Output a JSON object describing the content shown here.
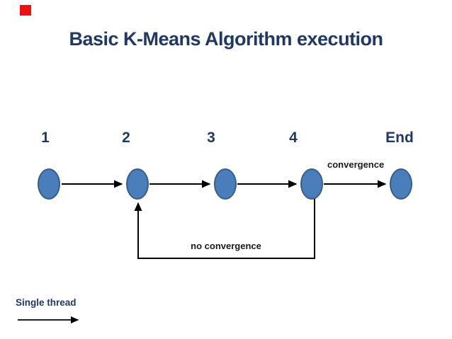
{
  "slide": {
    "title": "Basic K-Means Algorithm execution"
  },
  "diagram": {
    "type": "flowchart",
    "steps": [
      {
        "id": "step-1",
        "label": "1"
      },
      {
        "id": "step-2",
        "label": "2"
      },
      {
        "id": "step-3",
        "label": "3"
      },
      {
        "id": "step-4",
        "label": "4"
      },
      {
        "id": "end",
        "label": "End"
      }
    ],
    "edges": [
      {
        "from": "1",
        "to": "2",
        "label": ""
      },
      {
        "from": "2",
        "to": "3",
        "label": ""
      },
      {
        "from": "3",
        "to": "4",
        "label": ""
      },
      {
        "from": "4",
        "to": "End",
        "label": "convergence"
      },
      {
        "from": "4",
        "to": "2",
        "label": "no convergence"
      }
    ],
    "edge_labels": {
      "convergence": "convergence",
      "no_convergence": "no convergence"
    },
    "legend": {
      "label": "Single thread"
    }
  },
  "colors": {
    "background": "#ffffff",
    "title_text": "#1f3864",
    "step_label_text": "#1f3864",
    "annotation_text": "#1a1a1a",
    "node_fill": "#4a7ebb",
    "node_border": "#385d8a",
    "arrow": "#000000",
    "corner_marker": "#ee1111"
  }
}
